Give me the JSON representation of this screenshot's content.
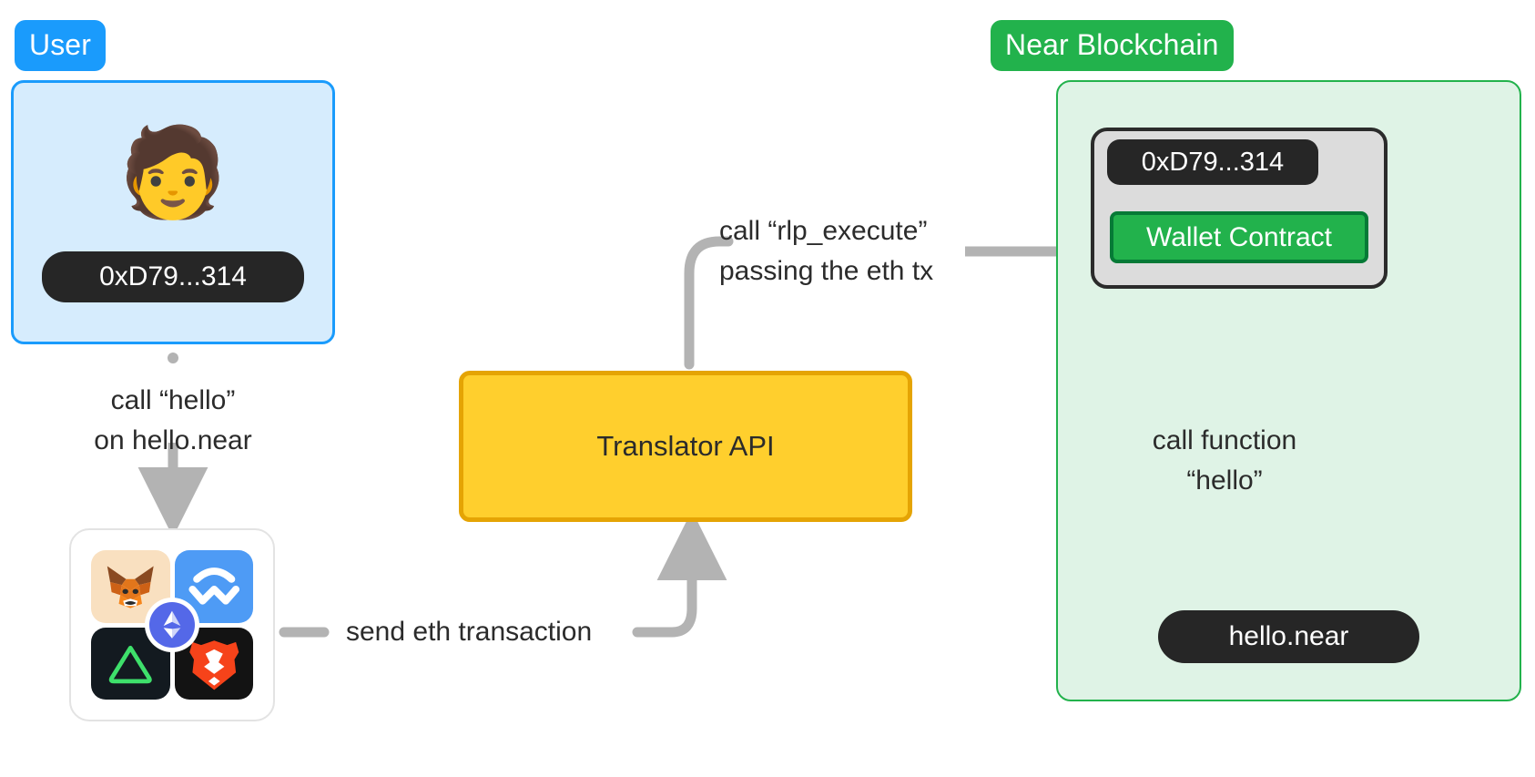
{
  "diagram": {
    "title": "NEAR Ethereum wallet translation flow",
    "colors": {
      "user_accent": "#1a9bfc",
      "user_fill": "#d6ecfd",
      "near_accent": "#22b24c",
      "near_fill": "#dff3e6",
      "translator_fill": "#ffcf2d",
      "translator_border": "#e5a404",
      "dark_pill": "#262626",
      "arrow_gray": "#b3b3b3",
      "wallet_box_fill": "#dcdcdc",
      "wallet_box_border": "#2b2b2b",
      "wallet_contract_border": "#067a36"
    },
    "groups": [
      {
        "id": "user",
        "label": "User"
      },
      {
        "id": "near",
        "label": "Near Blockchain"
      }
    ],
    "nodes": {
      "user_avatar": {
        "icon": "person-emoji",
        "glyph": "🧑"
      },
      "user_address": {
        "label": "0xD79...314"
      },
      "wallets_card": {
        "icons": [
          {
            "name": "metamask-icon",
            "label": "MetaMask"
          },
          {
            "name": "walletconnect-icon",
            "label": "WalletConnect"
          },
          {
            "name": "rainbow-icon",
            "label": "Rainbow"
          },
          {
            "name": "brave-icon",
            "label": "Brave"
          },
          {
            "name": "ethereum-icon",
            "label": "Ethereum"
          }
        ]
      },
      "translator_api": {
        "label": "Translator API"
      },
      "wallet_address": {
        "label": "0xD79...314"
      },
      "wallet_contract": {
        "label": "Wallet Contract"
      },
      "hello_near": {
        "label": "hello.near"
      }
    },
    "edges": [
      {
        "id": "user-to-wallets",
        "label": "call “hello”\non hello.near",
        "from": "user",
        "to": "wallets_card",
        "arrow": true
      },
      {
        "id": "wallets-to-translator",
        "label": "send eth transaction",
        "from": "wallets_card",
        "to": "translator_api",
        "arrow": true
      },
      {
        "id": "translator-to-wallet-contract",
        "label": "call “rlp_execute”\npassing the eth tx",
        "from": "translator_api",
        "to": "wallet_contract",
        "arrow": true
      },
      {
        "id": "wallet-contract-to-hello",
        "label": "call function\n“hello”",
        "from": "wallet_contract",
        "to": "hello_near",
        "arrow": true
      }
    ]
  }
}
